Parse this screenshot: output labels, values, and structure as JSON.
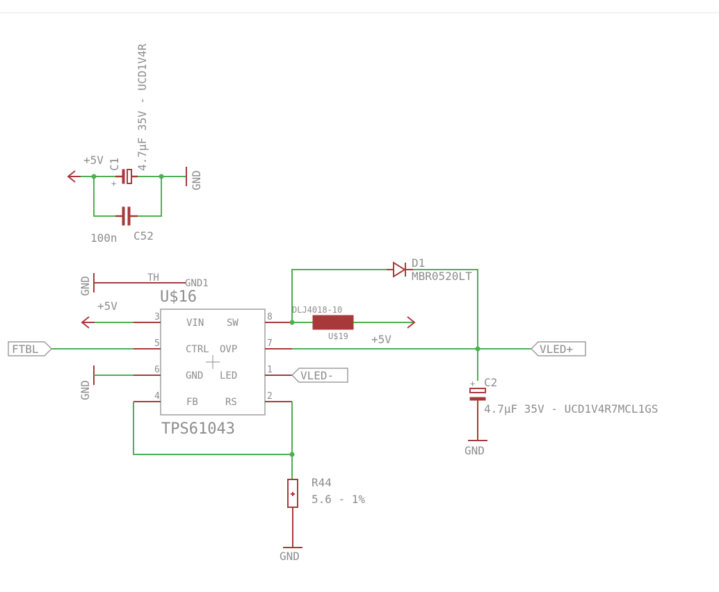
{
  "capacitors": {
    "c1": {
      "ref": "C1",
      "value": "4.7µF 35V - UCD1V4R",
      "supply": "+5V",
      "ground": "GND"
    },
    "c52": {
      "ref": "C52",
      "value": "100n"
    },
    "c2": {
      "ref": "C2",
      "value": "4.7µF 35V - UCD1V4R7MCL1GS",
      "ground": "GND"
    }
  },
  "ic": {
    "ref": "U$16",
    "part": "TPS61043",
    "supply": "+5V",
    "gnd_top": "GND",
    "gnd_bottom": "GND",
    "th_label": "TH",
    "gnd1_label": "GND1",
    "pins": [
      {
        "num": "3",
        "name": "VIN"
      },
      {
        "num": "5",
        "name": "CTRL"
      },
      {
        "num": "6",
        "name": "GND"
      },
      {
        "num": "4",
        "name": "FB"
      },
      {
        "num": "8",
        "name": "SW"
      },
      {
        "num": "7",
        "name": "OVP"
      },
      {
        "num": "1",
        "name": "LED"
      },
      {
        "num": "2",
        "name": "RS"
      }
    ]
  },
  "diode": {
    "ref": "D1",
    "part": "MBR0520LT"
  },
  "inductor": {
    "part": "DLJ4018-10",
    "ref": "U$19",
    "supply": "+5V"
  },
  "resistor": {
    "ref": "R44",
    "value": "5.6 - 1%",
    "ground": "GND"
  },
  "nets": {
    "ftbl": "FTBL",
    "vled_plus": "VLED+",
    "vled_minus": "VLED-"
  },
  "colors": {
    "wire": "#4caf50",
    "pin": "#a8393b",
    "body": "#9e9e9e",
    "text": "#8c8c8c"
  }
}
